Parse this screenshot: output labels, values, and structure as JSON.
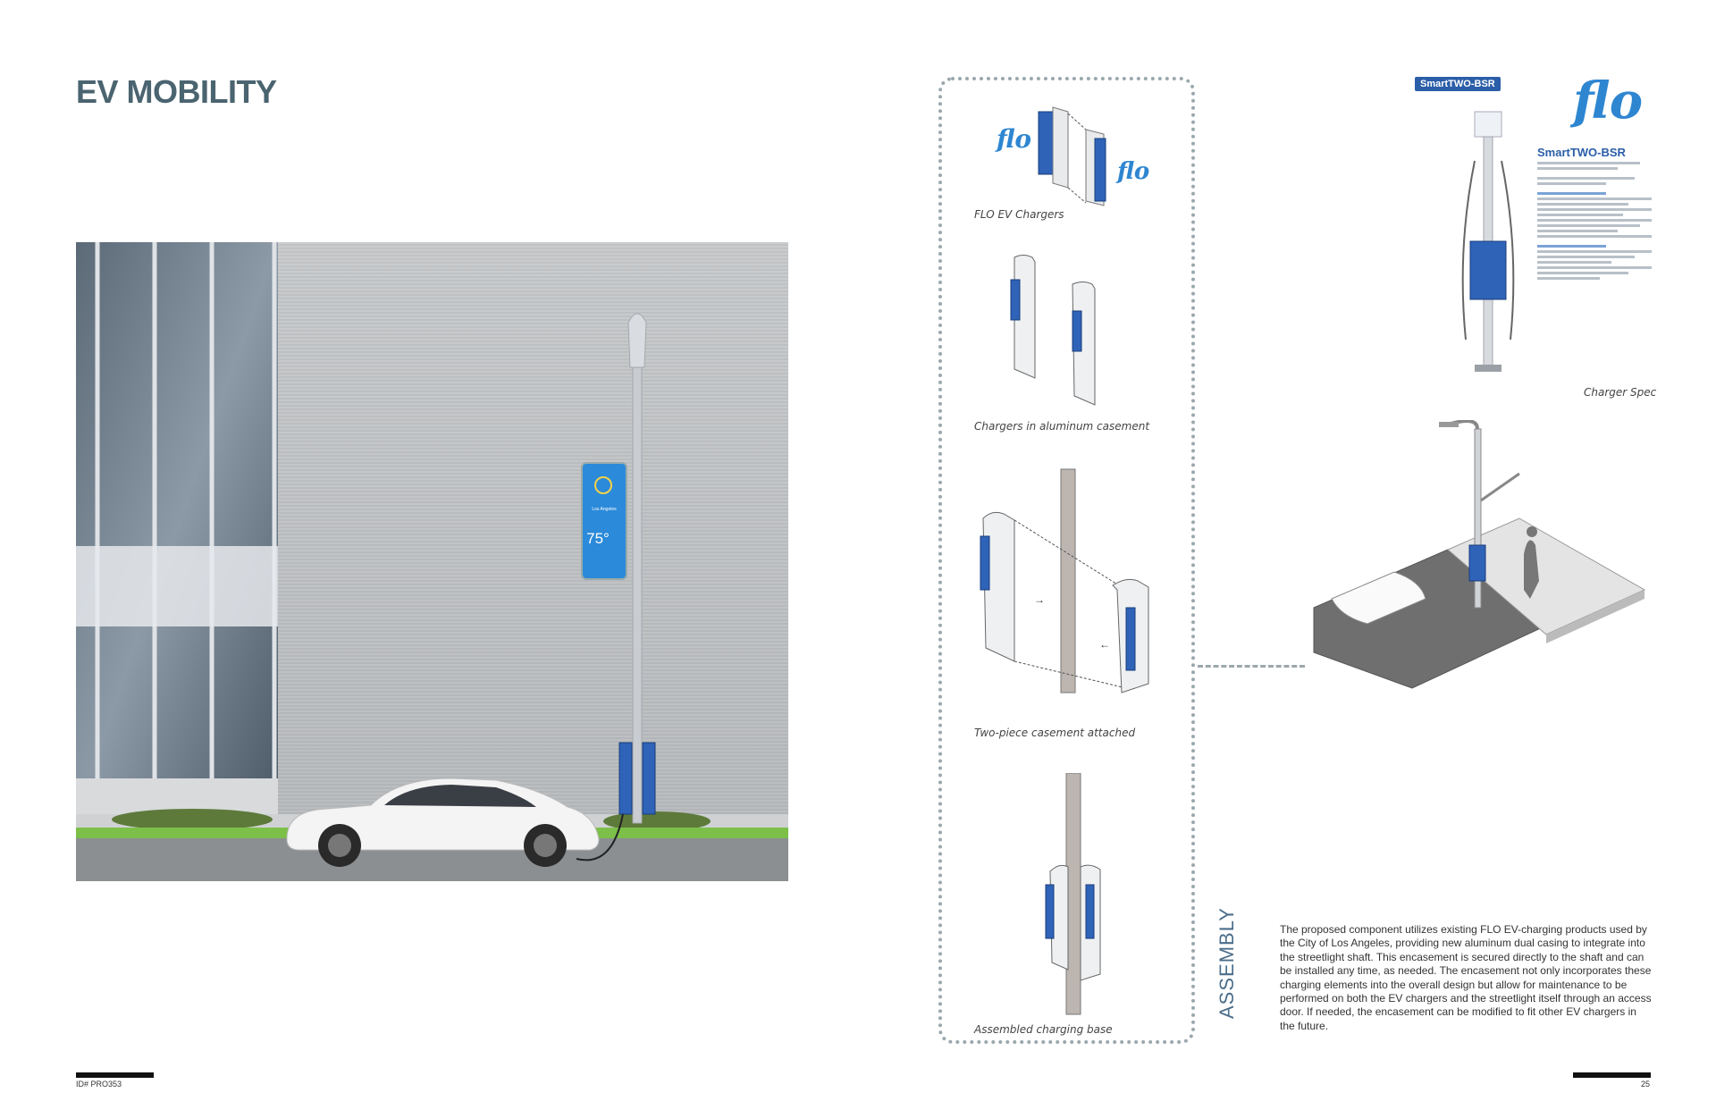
{
  "title": "EV MOBILITY",
  "captions": {
    "flo_chargers": "FLO EV Chargers",
    "chargers_casement": "Chargers in aluminum casement",
    "two_piece": "Two-piece casement attached",
    "assembled_base": "Assembled charging base",
    "charger_spec": "Charger Spec"
  },
  "spec": {
    "badge": "SmartTWO-BSR",
    "logo": "flo",
    "title": "SmartTWO-BSR"
  },
  "display": {
    "city": "Los Angeles",
    "temperature": "75°"
  },
  "section_label": "ASSEMBLY",
  "body_text": "The proposed component utilizes existing FLO EV-charging products used by the City of Los Angeles, providing new aluminum dual casing to integrate into the streetlight shaft. This encasement is secured directly to the shaft and can be installed any time, as needed. The encasement not only incorporates these charging elements into the overall design but allow for maintenance to be performed on both the EV chargers and the streetlight itself through an access door. If needed, the encasement can be modified to fit other EV chargers in the future.",
  "footer": {
    "id": "ID# PRO353",
    "page": "25"
  },
  "colors": {
    "title": "#4a6470",
    "accent_blue": "#2b5ea8",
    "flo_blue": "#2e86d1"
  }
}
